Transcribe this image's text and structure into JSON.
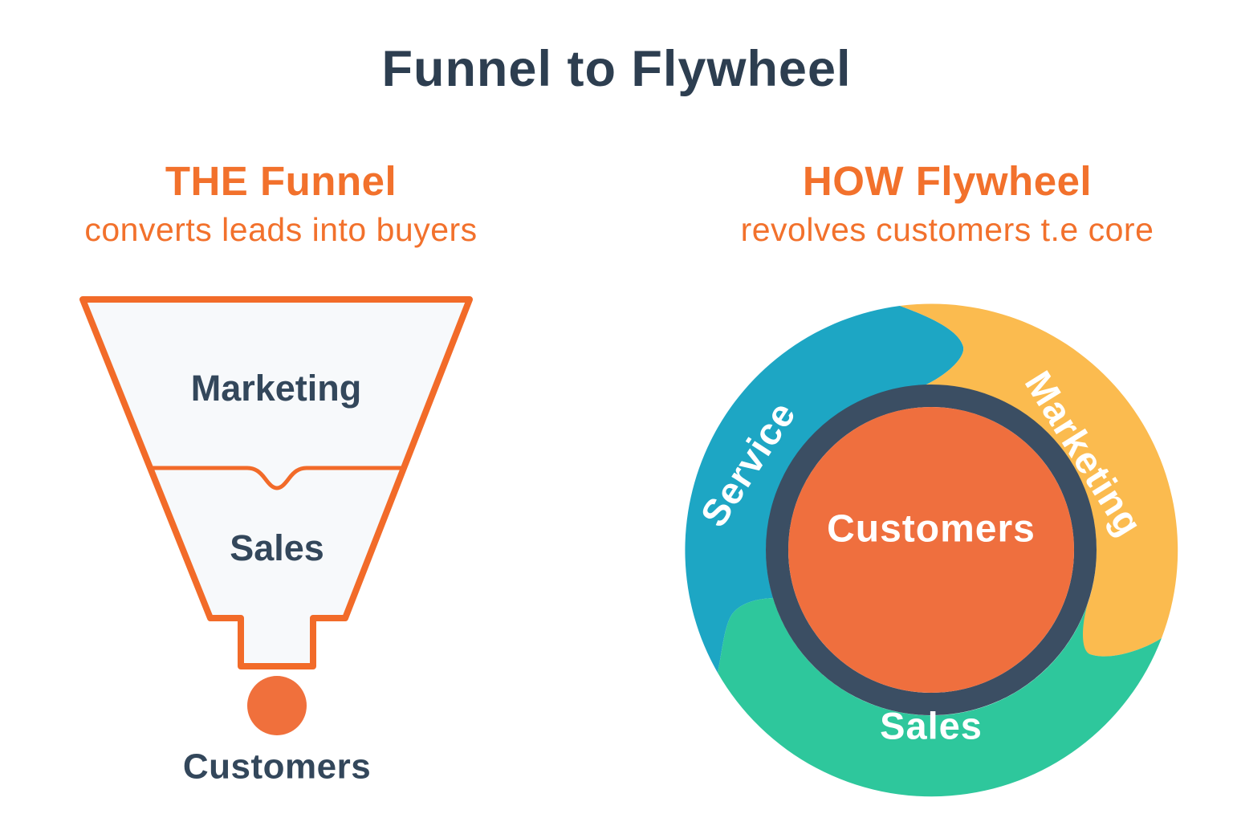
{
  "title": "Funnel to Flywheel",
  "funnel": {
    "heading": "THE Funnel",
    "subheading": "converts leads into buyers",
    "stages": [
      {
        "label": "Marketing"
      },
      {
        "label": "Sales"
      }
    ],
    "bottom_label": "Customers",
    "outline_color": "#f26b29",
    "fill_color": "#f7f9fb",
    "label_color": "#33475b",
    "dot_color": "#f0703c"
  },
  "flywheel": {
    "heading": "HOW Flywheel",
    "subheading": "revolves customers t.e core",
    "center_label": "Customers",
    "segments": [
      {
        "label": "Service",
        "color": "#1da6c4"
      },
      {
        "label": "Marketing",
        "color": "#fbbb4f"
      },
      {
        "label": "Sales",
        "color": "#2ec79c"
      }
    ],
    "ring_color": "#3b4e63",
    "center_color": "#ef6f3e",
    "label_color": "#ffffff"
  },
  "accent_color": "#f2712c",
  "title_color": "#2d3e50"
}
